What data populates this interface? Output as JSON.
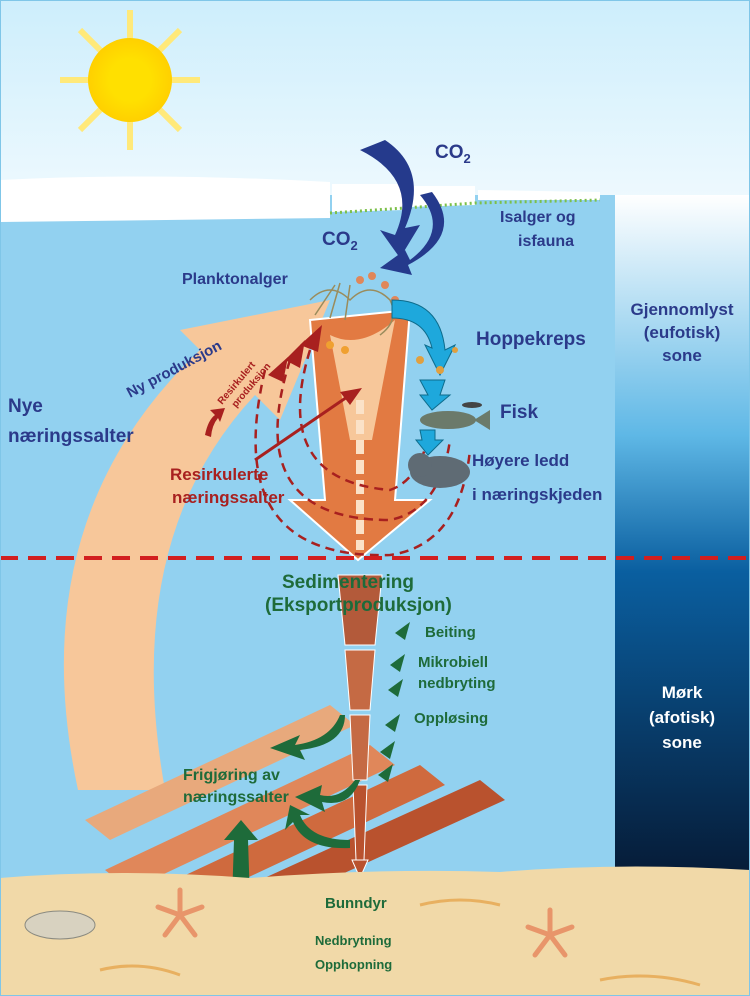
{
  "title_co2_top": "CO",
  "title_co2_left": "CO",
  "subscript_2": "2",
  "labels": {
    "ice_algae_1": "Isalger og",
    "ice_algae_2": "isfauna",
    "plankton": "Planktonalger",
    "copepods": "Hoppekreps",
    "fish": "Fisk",
    "higher_1": "Høyere ledd",
    "higher_2": "i næringskjeden",
    "new_nutrients_1": "Nye",
    "new_nutrients_2": "næringssalter",
    "new_production": "Ny produksjon",
    "recycled_production_1": "Resirkulert",
    "recycled_production_2": "produksjon",
    "recycled_nutrients_1": "Resirkulerte",
    "recycled_nutrients_2": "næringssalter",
    "sedimentation_1": "Sedimentering",
    "sedimentation_2": "(Eksportproduksjon)",
    "grazing": "Beiting",
    "microbial_1": "Mikrobiell",
    "microbial_2": "nedbryting",
    "dissolution": "Oppløsing",
    "release_1": "Frigjøring av",
    "release_2": "næringssalter",
    "benthos": "Bunndyr",
    "decomposition": "Nedbrytning",
    "accumulation": "Opphopning"
  },
  "zones": {
    "euphotic_1": "Gjennomlyst",
    "euphotic_2": "(eufotisk)",
    "euphotic_3": "sone",
    "aphotic_1": "Mørk",
    "aphotic_2": "(afotisk)",
    "aphotic_3": "sone"
  },
  "colors": {
    "navy": "#2b3a8a",
    "red": "#a8201f",
    "green": "#1e6b3a",
    "water": "#92d1f0",
    "sand": "#f1d9a8"
  }
}
